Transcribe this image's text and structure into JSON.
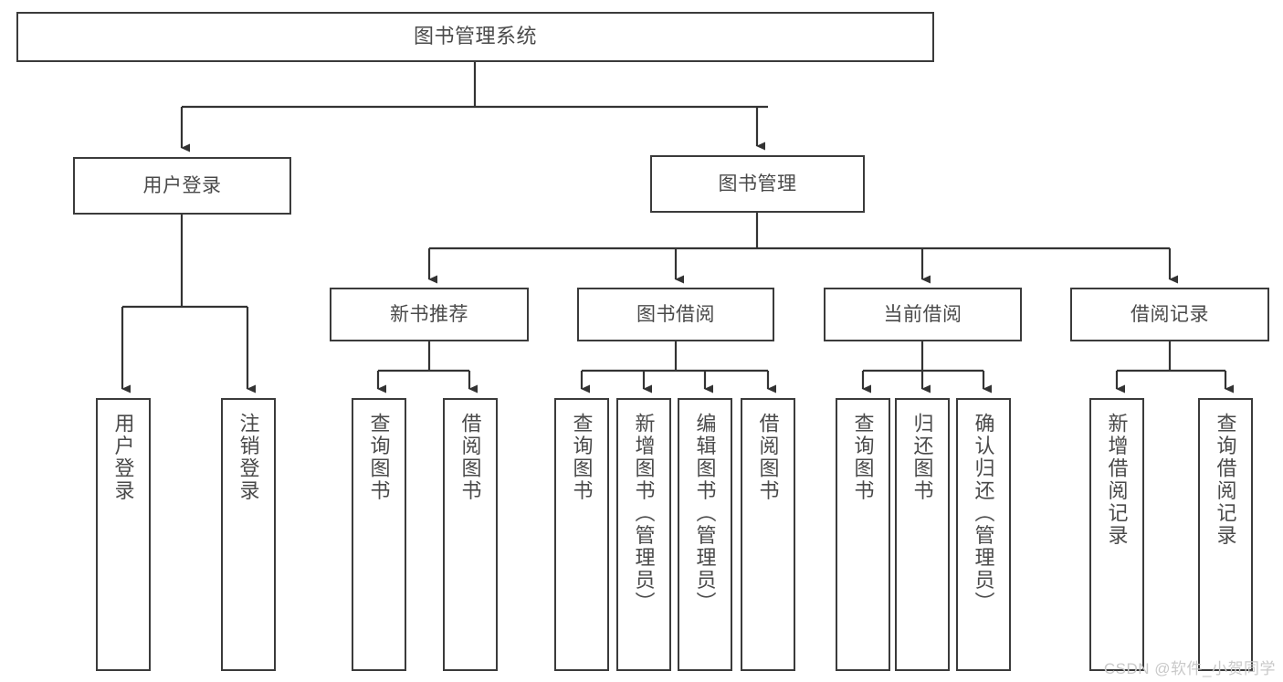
{
  "diagram": {
    "type": "tree-hierarchy-chart",
    "title": "图书管理系统",
    "watermark": "CSDN @软件_小贺同学",
    "colors": {
      "background": "#ffffff",
      "border": "#3b3b3b",
      "text": "#4a4a4a",
      "edge": "#333333",
      "watermark": "#c9c9c9"
    },
    "nodes": {
      "root": {
        "label": "图书管理系统"
      },
      "level1": [
        {
          "label": "用户登录"
        },
        {
          "label": "图书管理"
        }
      ],
      "level2": [
        {
          "label": "新书推荐"
        },
        {
          "label": "图书借阅"
        },
        {
          "label": "当前借阅"
        },
        {
          "label": "借阅记录"
        }
      ],
      "leaves": {
        "user_login": [
          {
            "label": "用户登录"
          },
          {
            "label": "注销登录"
          }
        ],
        "new_book_recommend": [
          {
            "label": "查询图书"
          },
          {
            "label": "借阅图书"
          }
        ],
        "book_borrow": [
          {
            "label": "查询图书"
          },
          {
            "label": "新增图书（管理员）"
          },
          {
            "label": "编辑图书（管理员）"
          },
          {
            "label": "借阅图书"
          }
        ],
        "current_borrow": [
          {
            "label": "查询图书"
          },
          {
            "label": "归还图书"
          },
          {
            "label": "确认归还（管理员）"
          }
        ],
        "borrow_record": [
          {
            "label": "新增借阅记录"
          },
          {
            "label": "查询借阅记录"
          }
        ]
      }
    }
  }
}
